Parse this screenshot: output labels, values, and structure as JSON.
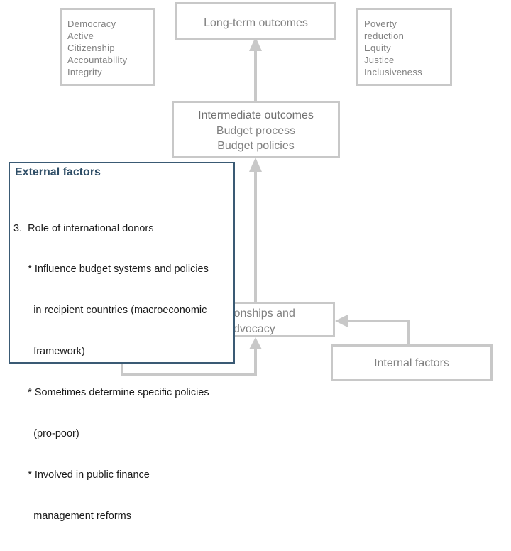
{
  "left_values": [
    "Democracy",
    "Active",
    "Citizenship",
    "Accountability",
    "Integrity"
  ],
  "long_term": {
    "label": "Long-term outcomes"
  },
  "right_values": [
    "Poverty",
    "reduction",
    "Equity",
    "Justice",
    "Inclusiveness"
  ],
  "intermediate": {
    "lines": [
      "Intermediate outcomes",
      "Budget process",
      "Budget policies"
    ]
  },
  "relationships": {
    "lines": [
      "ionships and",
      "dvocacy"
    ]
  },
  "internal": {
    "label": "Internal factors"
  },
  "external": {
    "title": "External factors",
    "lines": [
      "3.  Role of international donors",
      "     * Influence budget systems and policies",
      "       in recipient countries (macroeconomic",
      "       framework)",
      "     * Sometimes determine specific policies",
      "       (pro-poor)",
      "     * Involved in public finance",
      "       management reforms"
    ]
  },
  "colors": {
    "box_border": "#c8c8c8",
    "text_gray": "#808080",
    "overlay_border": "#3a5a74",
    "overlay_title": "#2e4d66"
  }
}
